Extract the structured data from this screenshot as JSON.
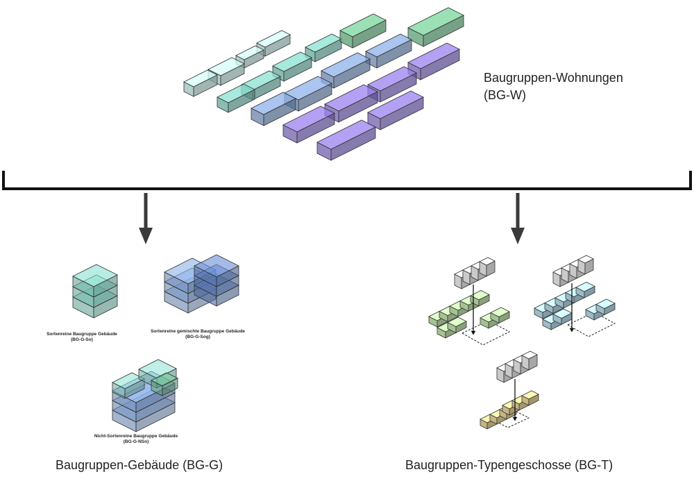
{
  "top": {
    "title_line1": "Baugruppen-Wohnungen",
    "title_line2": "(BG-W)"
  },
  "bg_g": {
    "title": "Baugruppen-Gebäude (BG-G)",
    "so_name": "Sortenreine Baugruppe Gebäude",
    "so_code": "(BG-G-So)",
    "sog_name": "Sortenreine gemischte Baugruppe Gebäude",
    "sog_code": "(BG-G-Sog)",
    "nso_name": "Nicht-Sortenreine Baugruppe Gebäude",
    "nso_code": "(BG-G-NSo)"
  },
  "bg_t": {
    "title": "Baugruppen-Typengeschosse (BG-T)"
  },
  "colors": {
    "teal_light": "#bfe6e0",
    "teal": "#7cc9bb",
    "green": "#6cc08b",
    "blue": "#7f9fd0",
    "purple": "#8a74d6",
    "floor_green": "#c9ecb4",
    "floor_blue": "#bfe3f4",
    "floor_yellow": "#f2dea0",
    "line": "#222222"
  }
}
